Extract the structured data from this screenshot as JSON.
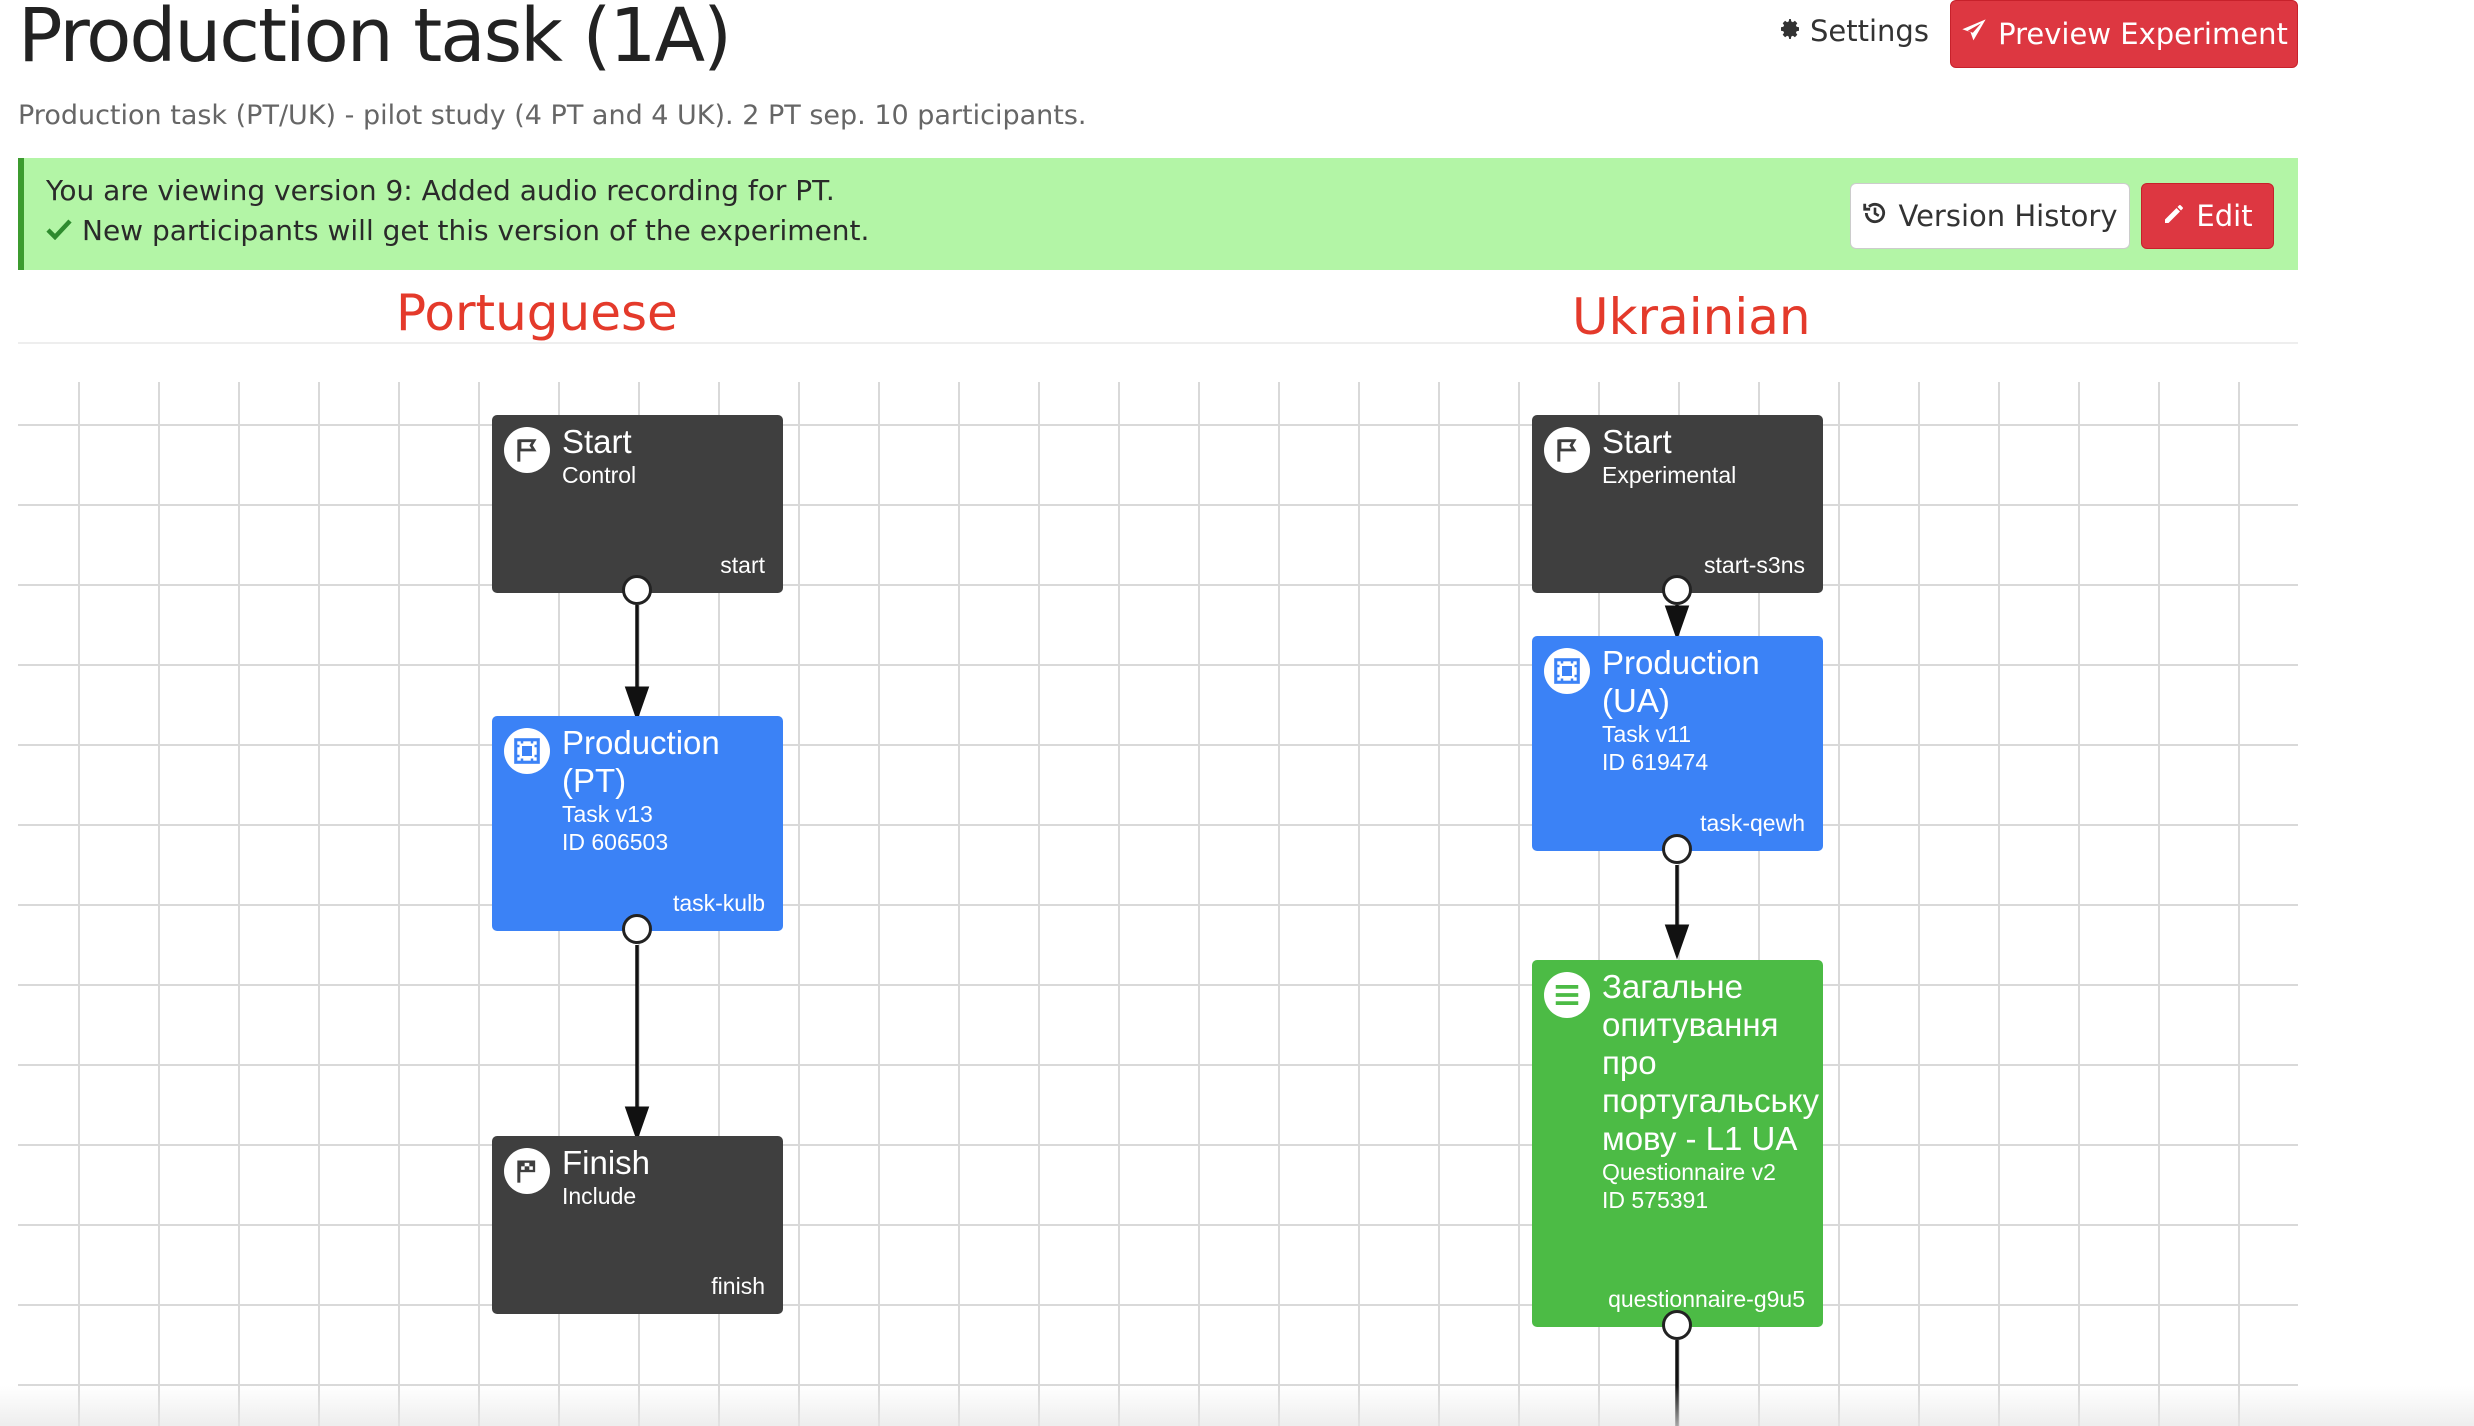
{
  "header": {
    "title": "Production task (1A)",
    "subtitle": "Production task (PT/UK) - pilot study (4 PT and 4 UK). 2 PT sep. 10 participants.",
    "settings_label": "Settings",
    "preview_label": "Preview Experiment"
  },
  "banner": {
    "version_text": "You are viewing version 9: Added audio recording for PT.",
    "status_text": "New participants will get this version of the experiment.",
    "history_label": "Version History",
    "edit_label": "Edit"
  },
  "annotations": {
    "left": "Portuguese",
    "right": "Ukrainian"
  },
  "nodes": {
    "pt_start": {
      "title": "Start",
      "subtitle": "Control",
      "node_id": "start",
      "icon": "flag-icon"
    },
    "pt_task": {
      "title": "Production (PT)",
      "line1": "Task v13",
      "line2": "ID 606503",
      "node_id": "task-kulb",
      "icon": "task-icon"
    },
    "pt_finish": {
      "title": "Finish",
      "subtitle": "Include",
      "node_id": "finish",
      "icon": "checkered-flag-icon"
    },
    "ua_start": {
      "title": "Start",
      "subtitle": "Experimental",
      "node_id": "start-s3ns",
      "icon": "flag-icon"
    },
    "ua_task": {
      "title": "Production (UA)",
      "line1": "Task v11",
      "line2": "ID 619474",
      "node_id": "task-qewh",
      "icon": "task-icon"
    },
    "ua_questionnaire": {
      "title": "Загальне опитування про португальську мову - L1 UA",
      "line1": "Questionnaire v2",
      "line2": "ID 575391",
      "node_id": "questionnaire-g9u5",
      "icon": "list-icon"
    }
  },
  "colors": {
    "start_finish_node": "#3f3f3f",
    "task_node": "#3b82f6",
    "questionnaire_node": "#4cbb45",
    "danger_button": "#dd3741",
    "banner_bg": "#b3f5a6",
    "annotation": "#e43a2b"
  }
}
